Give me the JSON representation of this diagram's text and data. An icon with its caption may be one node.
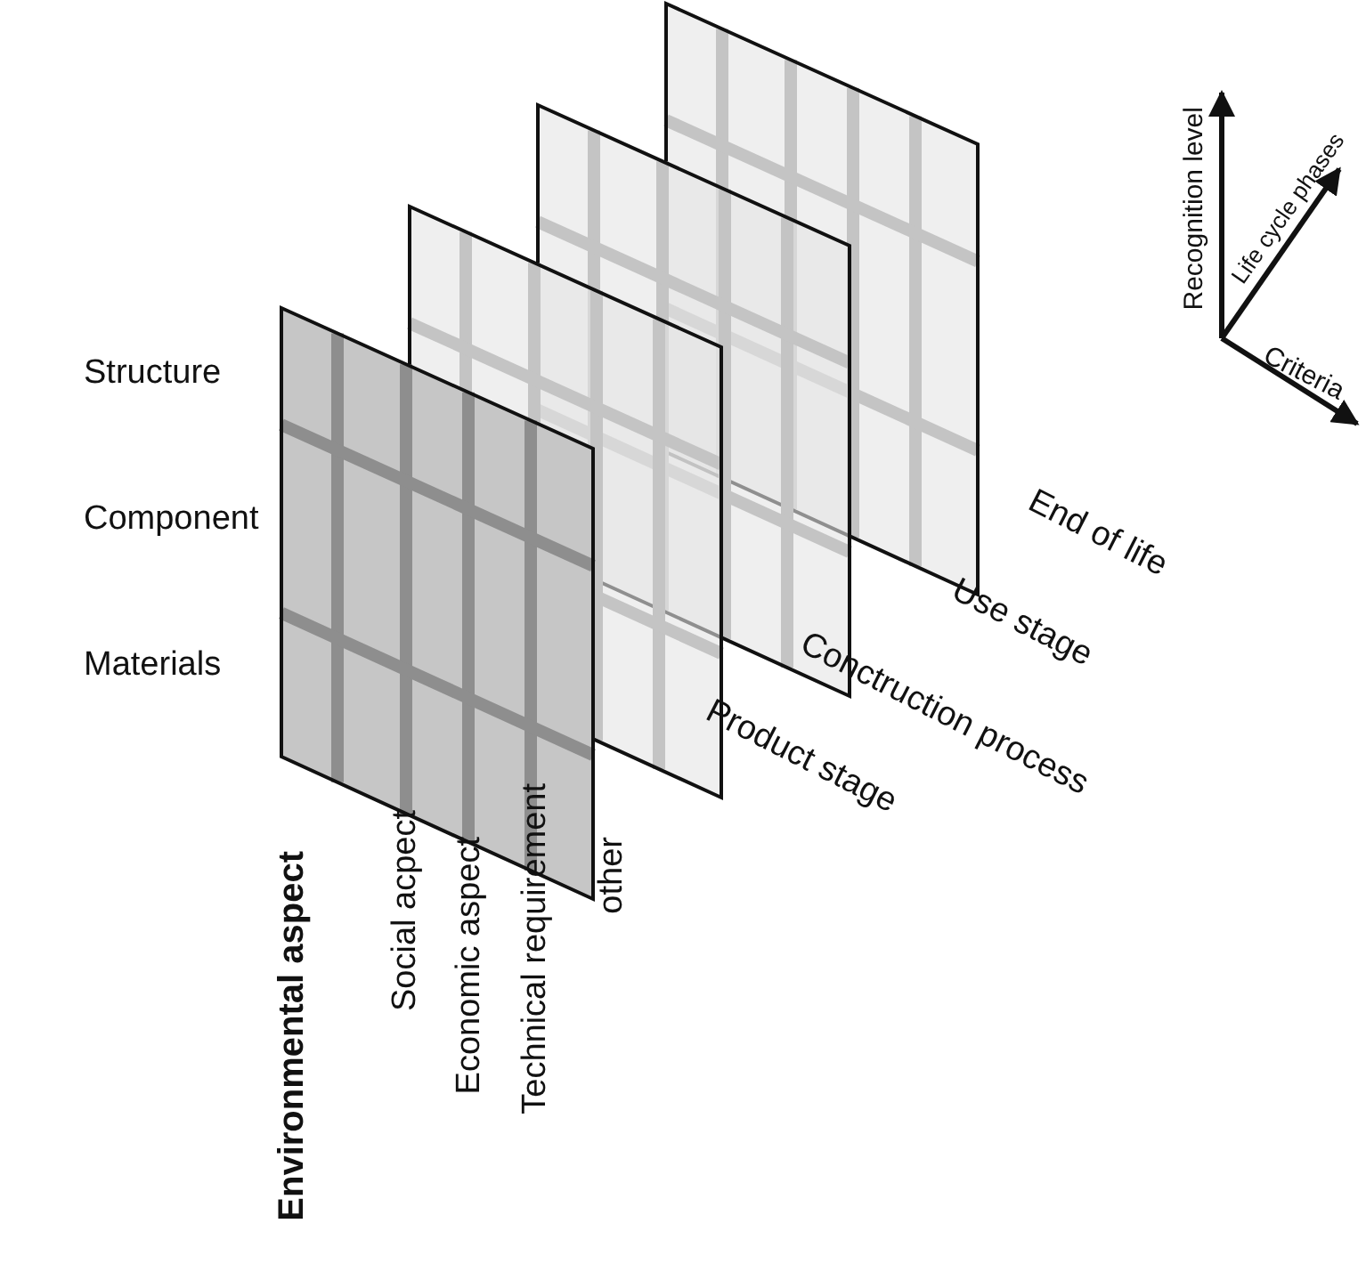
{
  "diagram": {
    "labels": [
      "Structure",
      "Component",
      "Materials",
      "Environmental aspect",
      "Social acpect",
      "Economic aspect",
      "Technical requirement",
      "other",
      "Product stage",
      "Conctruction process",
      "Use stage",
      "End of life",
      "Recognition level",
      "Life cycle phases",
      "Criteria"
    ]
  }
}
